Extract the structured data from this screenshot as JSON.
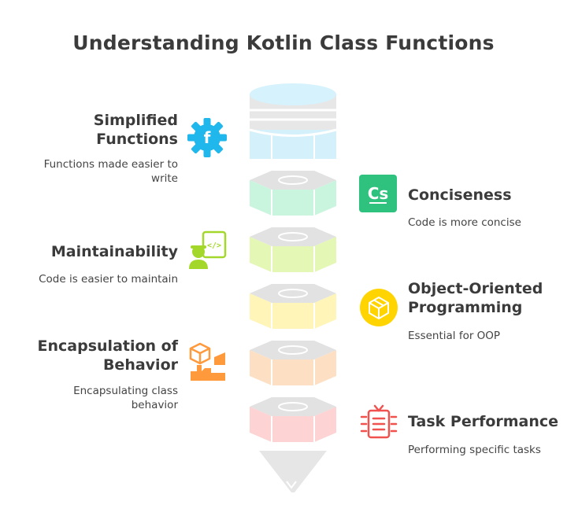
{
  "title": "Understanding Kotlin Class Functions",
  "items": [
    {
      "heading": "Simplified Functions",
      "heading_lines": [
        "Simplified",
        "Functions"
      ],
      "description_lines": [
        "Functions made easier to",
        "write"
      ],
      "icon": "gear-f-icon",
      "color": "#1fb7ec",
      "side": "left"
    },
    {
      "heading": "Conciseness",
      "heading_lines": [
        "Conciseness"
      ],
      "description_lines": [
        "Code is more concise"
      ],
      "icon": "cs-badge-icon",
      "color": "#2ec27e",
      "side": "right"
    },
    {
      "heading": "Maintainability",
      "heading_lines": [
        "Maintainability"
      ],
      "description_lines": [
        "Code is easier to maintain"
      ],
      "icon": "developer-code-icon",
      "color": "#a3d82a",
      "side": "left"
    },
    {
      "heading": "Object-Oriented Programming",
      "heading_lines": [
        "Object-Oriented",
        "Programming"
      ],
      "description_lines": [
        "Essential for OOP"
      ],
      "icon": "cube-circle-icon",
      "color": "#ffd400",
      "side": "right"
    },
    {
      "heading": "Encapsulation of Behavior",
      "heading_lines": [
        "Encapsulation of",
        "Behavior"
      ],
      "description_lines": [
        "Encapsulating class",
        "behavior"
      ],
      "icon": "box-hand-icon",
      "color": "#ff9a3c",
      "side": "left"
    },
    {
      "heading": "Task Performance",
      "heading_lines": [
        "Task Performance"
      ],
      "description_lines": [
        "Performing specific tasks"
      ],
      "icon": "task-list-icon",
      "color": "#f0524f",
      "side": "right"
    }
  ]
}
